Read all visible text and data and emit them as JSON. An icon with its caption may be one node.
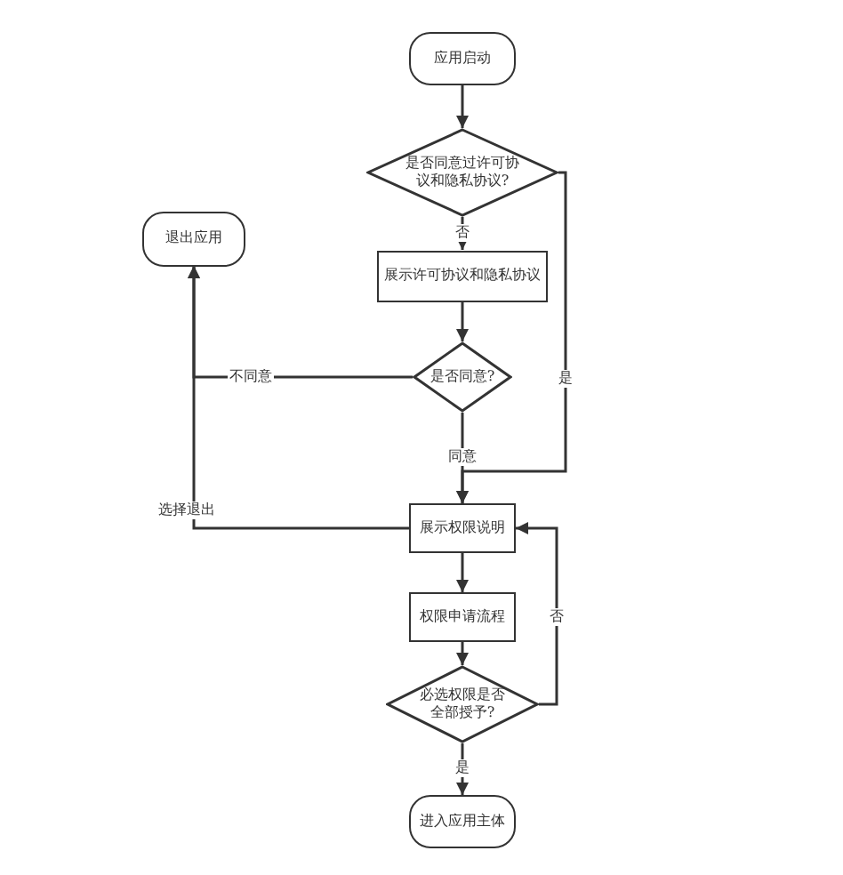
{
  "diagram": {
    "nodes": [
      {
        "text": [
          "应用启动"
        ]
      },
      {
        "text": [
          "是否同意过许可协议和隐私协议?"
        ]
      },
      {
        "text": [
          "展示许可协议和隐私协议"
        ]
      },
      {
        "text": [
          "退出应用"
        ]
      },
      {
        "text": [
          "是否同意?"
        ]
      },
      {
        "text": [
          "展示权限说明"
        ]
      },
      {
        "text": [
          "权限申请流程"
        ]
      },
      {
        "text": [
          "必选权限是否全部授予?"
        ]
      },
      {
        "text": [
          "进入应用主体"
        ]
      }
    ],
    "edges": [
      {
        "from": 0,
        "to": 1,
        "arrow": "to"
      },
      {
        "from": 1,
        "to": 2,
        "arrow": "to",
        "label": "否"
      },
      {
        "from": 1,
        "to": 5,
        "arrow": "to",
        "label": "是"
      },
      {
        "from": 2,
        "to": 4,
        "arrow": "to"
      },
      {
        "from": 4,
        "to": 3,
        "arrow": "to",
        "label": "不同意"
      },
      {
        "from": 4,
        "to": 5,
        "arrow": "to",
        "label": "同意"
      },
      {
        "from": 5,
        "to": 3,
        "arrow": "to",
        "label": "选择退出"
      },
      {
        "from": 5,
        "to": 6,
        "arrow": "to"
      },
      {
        "from": 6,
        "to": 7,
        "arrow": "to"
      },
      {
        "from": 7,
        "to": 5,
        "arrow": "to",
        "label": "否"
      },
      {
        "from": 7,
        "to": 8,
        "arrow": "to",
        "label": "是"
      }
    ]
  }
}
